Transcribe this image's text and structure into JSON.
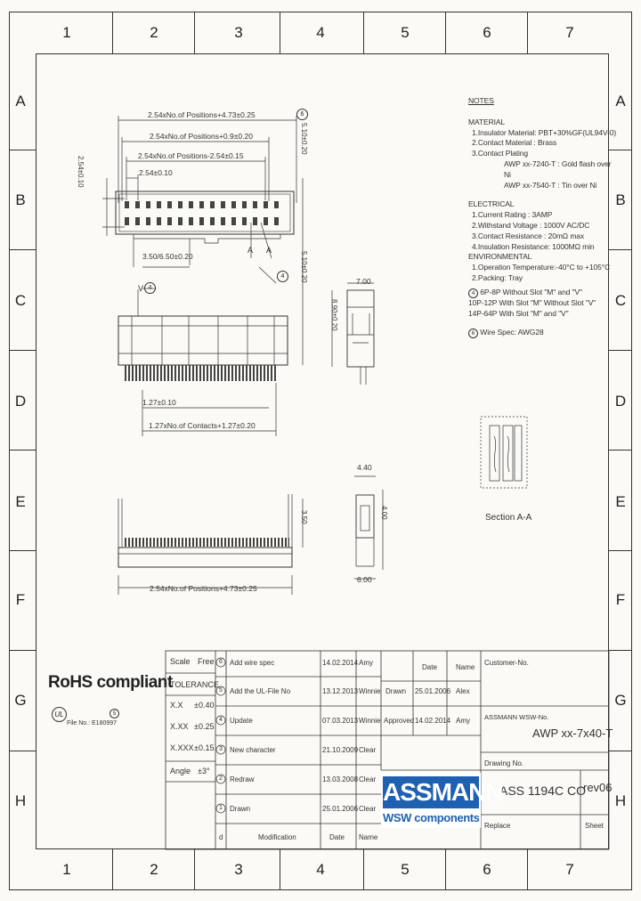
{
  "zones": {
    "columns": [
      "1",
      "2",
      "3",
      "4",
      "5",
      "6",
      "7"
    ],
    "rows": [
      "A",
      "B",
      "C",
      "D",
      "E",
      "F",
      "G",
      "H"
    ]
  },
  "drawing": {
    "dim_top_1": "2.54xNo.of Positions+4.73±0.25",
    "dim_top_2": "2.54xNo.of Positions+0.9±0.20",
    "dim_top_3": "2.54xNo.of Positions-2.54±0.15",
    "dim_top_4": "2.54±0.10",
    "dim_left_vertical": "2.54±0.10",
    "dim_right_vertical": "5.10±0.20",
    "dim_pin": "3.50/6.50±0.20",
    "dim_side_height": "8.90±0.20",
    "dim_side_total": "5.10±0.20",
    "dim_side_width": "7.00",
    "dim_pitch": "1.27±0.10",
    "dim_bottom_row": "1.27xNo.of Contacts+1.27±0.20",
    "dim_front_height": "3.50",
    "dim_front_total": "2.54xNo.of Positions+4.73±0.25",
    "dim_section_width": "4.40",
    "dim_section_height": "4.00",
    "dim_section_total": "6.00",
    "label_A_left": "A",
    "label_A_right": "A",
    "label_V": "V",
    "callout_6": "6",
    "callout_4": "4",
    "section_label": "Section A-A"
  },
  "notes": {
    "heading": "NOTES",
    "material_title": "MATERIAL",
    "material_1": "1.Insulator Material: PBT+30%GF(UL94V-0)",
    "material_2": "2.Contact Material : Brass",
    "material_3": "3.Contact Plating",
    "material_3a": "AWP xx-7240-T : Gold flash over Ni",
    "material_3b": "AWP xx-7540-T : Tin over Ni",
    "electrical_title": "ELECTRICAL",
    "electrical_1": "1.Current Rating : 3AMP",
    "electrical_2": "2.Withstand Voltage : 1000V AC/DC",
    "electrical_3": "3.Contact Resistance : 20mΩ max",
    "electrical_4": "4.Insulation Resistance: 1000MΩ min",
    "environmental_title": "ENVIRONMENTAL",
    "environmental_1": "1.Operation Temperature:-40°C to +105°C",
    "environmental_2": "2.Packing: Tray",
    "note4_marker": "4",
    "note4_line1": "6P-8P Without Slot \"M\" and \"V\"",
    "note4_line2": "10P-12P With Slot \"M\" Without Slot \"V\"",
    "note4_line3": "14P-64P With Slot \"M\" and \"V\"",
    "note6_marker": "6",
    "note6_line": "Wire Spec: AWG28"
  },
  "title_block": {
    "scale_label": "Scale",
    "scale_value": "Free",
    "tolerance_label": "TOLERANCE",
    "tol_rows": [
      {
        "label": "X.X",
        "value": "±0.40"
      },
      {
        "label": "X.XX",
        "value": "±0.25"
      },
      {
        "label": "X.XXX",
        "value": "±0.15"
      }
    ],
    "angle_label": "Angle",
    "angle_value": "±3°",
    "revisions": [
      {
        "no": "6",
        "mod": "Add wire spec",
        "date": "14.02.2014",
        "name": "Amy"
      },
      {
        "no": "5",
        "mod": "Add the UL-File No",
        "date": "13.12.2013",
        "name": "Winnie"
      },
      {
        "no": "4",
        "mod": "Update",
        "date": "07.03.2013",
        "name": "Winnie"
      },
      {
        "no": "3",
        "mod": "New character",
        "date": "21.10.2009",
        "name": "Clear"
      },
      {
        "no": "2",
        "mod": "Redraw",
        "date": "13.03.2008",
        "name": "Clear"
      },
      {
        "no": "1",
        "mod": "Drawn",
        "date": "25.01.2006",
        "name": "Clear"
      }
    ],
    "col_d": "d",
    "col_mod": "Modification",
    "col_date": "Date",
    "col_name": "Name",
    "date_header": "Date",
    "name_header": "Name",
    "drawn_label": "Drawn",
    "drawn_date": "25.01.2006",
    "drawn_name": "Alex",
    "approved_label": "Approved",
    "approved_date": "14.02.2014",
    "approved_name": "Amy",
    "customer_no_label": "Customer-No.",
    "assmann_no_label": "ASSMANN WSW-No.",
    "part_no": "AWP xx-7x40-T",
    "drawing_no_label": "Drawing No.",
    "drawing_no": "ASS 1194C CO",
    "revision": "rev06",
    "replace_label": "Replace",
    "sheet_label": "Sheet"
  },
  "rohs": {
    "text": "RoHS compliant",
    "file_no": "File No.: E180997",
    "ul_mark": "UL",
    "callout": "5"
  },
  "logo": {
    "brand": "ASSMANN",
    "sub": "WSW components"
  }
}
